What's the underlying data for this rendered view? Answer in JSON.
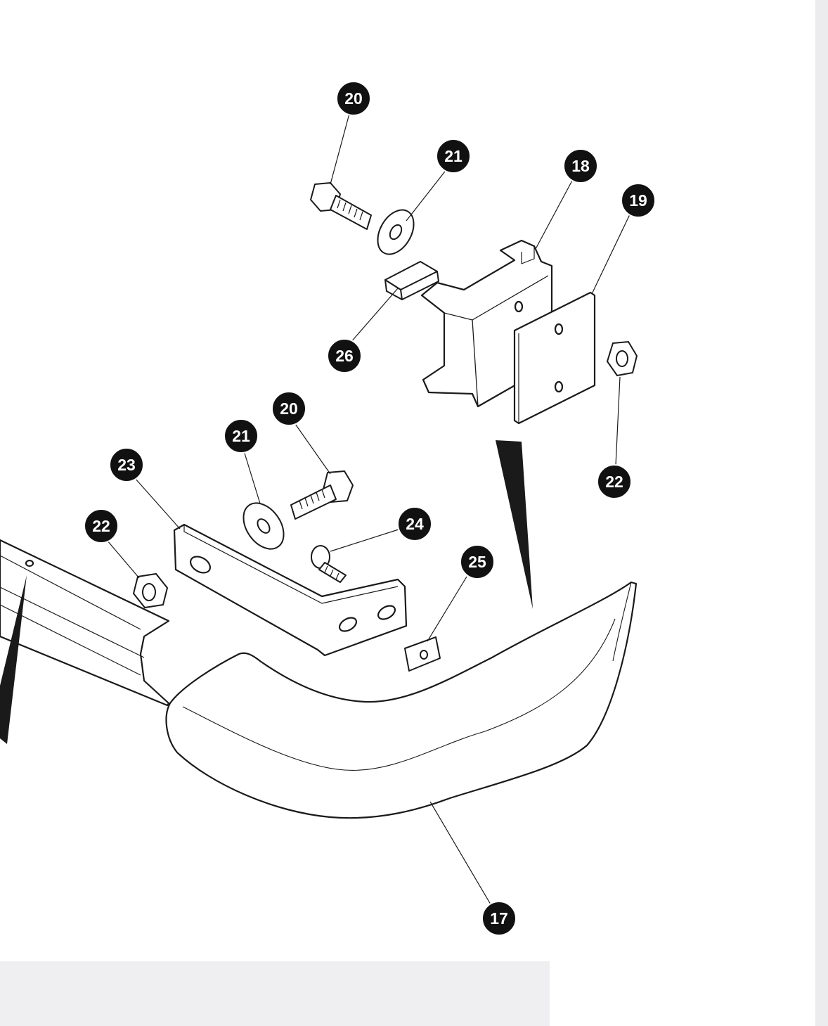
{
  "diagram": {
    "callouts": {
      "c20_top": "20",
      "c21_top": "21",
      "c18": "18",
      "c19": "19",
      "c26": "26",
      "c20_mid": "20",
      "c21_mid": "21",
      "c23": "23",
      "c22_left": "22",
      "c22_right": "22",
      "c24": "24",
      "c25": "25",
      "c17": "17"
    }
  },
  "colors": {
    "line": "#1a1a1a",
    "callout_fill": "#111111",
    "callout_text": "#ffffff",
    "panel": "#efeff1",
    "scrollbar": "#ececee"
  }
}
